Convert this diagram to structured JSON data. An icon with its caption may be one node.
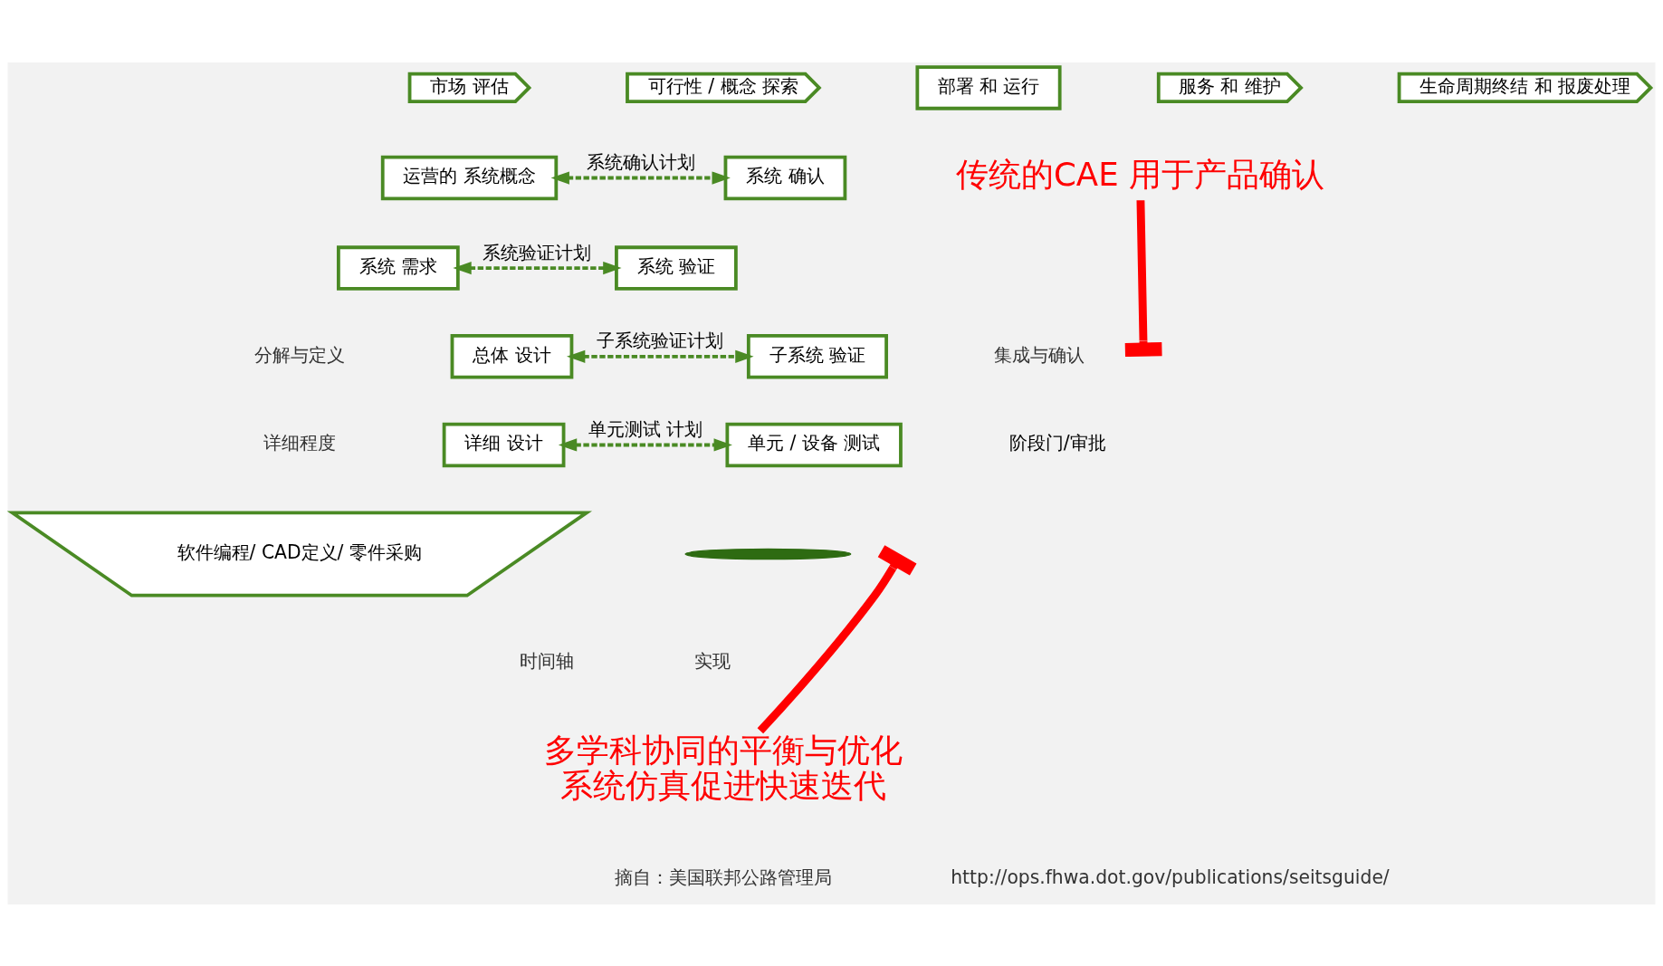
{
  "diagram": {
    "nodes": [
      {
        "text": [
          "市场 评估"
        ]
      },
      {
        "text": [
          "可行性 / 概念 探索"
        ]
      },
      {
        "text": [
          "运营的 系统概念"
        ]
      },
      {
        "text": [
          "系统 需求"
        ]
      },
      {
        "text": [
          "总体 设计"
        ]
      },
      {
        "text": [
          "详细 设计"
        ]
      },
      {
        "text": [
          "软件编程/ CAD定义/ 零件采购"
        ]
      },
      {
        "text": [
          "单元 / 设备 测试"
        ]
      },
      {
        "text": [
          "子系统 验证"
        ]
      },
      {
        "text": [
          "系统 验证"
        ]
      },
      {
        "text": [
          "系统 确认"
        ]
      },
      {
        "text": [
          "部署 和 运行"
        ]
      },
      {
        "text": [
          "服务 和 维护"
        ]
      },
      {
        "text": [
          "生命周期终结 和 报废处理"
        ]
      },
      {
        "text": [
          "多学科协同的平衡与优化",
          "系统仿真促进快速迭代"
        ]
      },
      {
        "text": [
          "传统的CAE 用于产品确认"
        ]
      }
    ],
    "edges": [
      {
        "from": 2,
        "to": 10,
        "arrow": "both",
        "label": "系统确认计划",
        "style": "dashed"
      },
      {
        "from": 3,
        "to": 9,
        "arrow": "both",
        "label": "系统验证计划",
        "style": "dashed"
      },
      {
        "from": 4,
        "to": 8,
        "arrow": "both",
        "label": "子系统验证计划",
        "style": "dashed"
      },
      {
        "from": 5,
        "to": 7,
        "arrow": "both",
        "label": "单元测试 计划",
        "style": "dashed"
      },
      {
        "from": 14,
        "to": null,
        "arrow": "other",
        "style": "thick",
        "color": "#ff0000"
      },
      {
        "from": 15,
        "to": null,
        "arrow": "other",
        "style": "thick",
        "color": "#ff0000"
      }
    ],
    "labels": [
      "分解与定义",
      "集成与确认",
      "详细程度",
      "时间轴",
      "实现",
      "摘自：美国联邦公路管理局",
      "http://ops.fhwa.dot.gov/publications/seitsguide/"
    ],
    "legend": [
      {
        "text": "阶段门/审批"
      }
    ]
  }
}
